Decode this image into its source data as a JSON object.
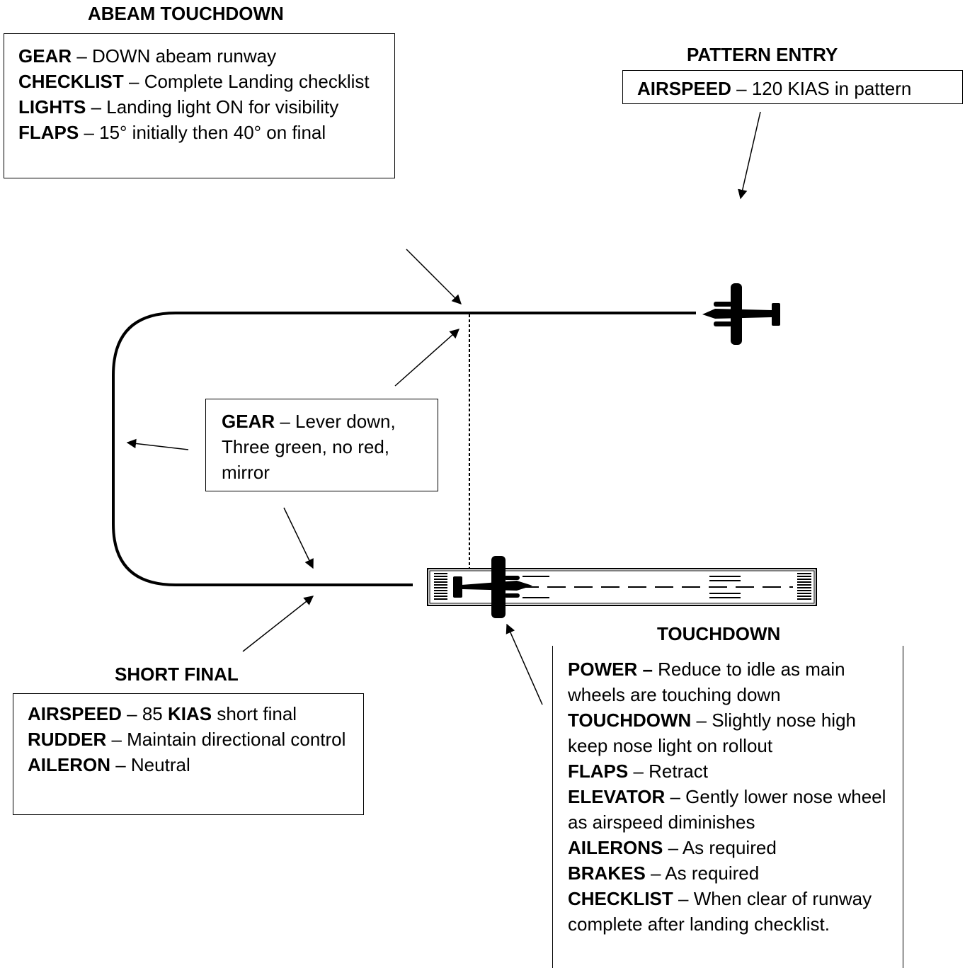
{
  "sections": {
    "abeam": {
      "title": "ABEAM TOUCHDOWN",
      "lines": [
        {
          "key": "GEAR",
          "text": " – DOWN abeam runway"
        },
        {
          "key": "CHECKLIST",
          "text": " – Complete Landing checklist"
        },
        {
          "key": "LIGHTS",
          "text": " – Landing light ON for visibility"
        },
        {
          "key": "FLAPS",
          "text": " – 15° initially then 40° on final"
        }
      ]
    },
    "pattern_entry": {
      "title": "PATTERN ENTRY",
      "lines": [
        {
          "key": "AIRSPEED",
          "text": " – 120 KIAS in pattern"
        }
      ]
    },
    "gear_check": {
      "key": "GEAR",
      "text": " – Lever down, Three green, no red, mirror"
    },
    "short_final": {
      "title": "SHORT FINAL",
      "lines": [
        {
          "key": "AIRSPEED",
          "text": " – 85 ",
          "key2": "KIAS",
          "text2": " short final"
        },
        {
          "key": "RUDDER",
          "text": " – Maintain directional control"
        },
        {
          "key": "AILERON",
          "text": " – Neutral"
        }
      ]
    },
    "touchdown": {
      "title": "TOUCHDOWN",
      "lines": [
        {
          "key": "POWER –",
          "text": " Reduce to idle as main wheels are touching down"
        },
        {
          "key": "TOUCHDOWN",
          "text": " – Slightly nose high keep nose light on rollout"
        },
        {
          "key": "FLAPS",
          "text": " – Retract"
        },
        {
          "key": "ELEVATOR",
          "text": " – Gently lower nose wheel as airspeed diminishes"
        },
        {
          "key": "AILERONS",
          "text": " – As required"
        },
        {
          "key": "BRAKES",
          "text": " – As required"
        },
        {
          "key": "CHECKLIST",
          "text": " – When clear of runway complete after landing checklist."
        }
      ]
    }
  },
  "colors": {
    "ink": "#000000",
    "background": "#ffffff"
  }
}
